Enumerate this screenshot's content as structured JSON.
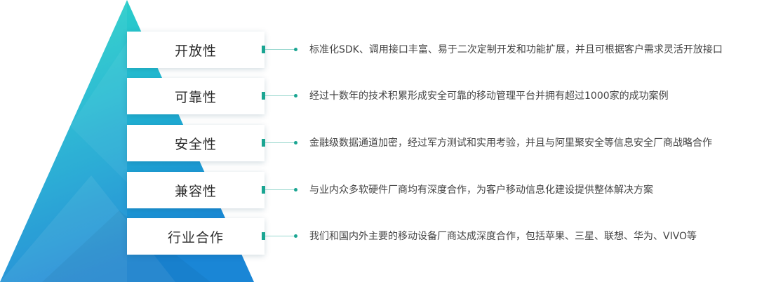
{
  "features": [
    {
      "label": "开放性",
      "description": "标准化SDK、调用接口丰富、易于二次定制开发和功能扩展，并且可根据客户需求灵活开放接口"
    },
    {
      "label": "可靠性",
      "description": "经过十数年的技术积累形成安全可靠的移动管理平台并拥有超过1000家的成功案例"
    },
    {
      "label": "安全性",
      "description": "金融级数据通道加密，经过军方测试和实用考验，并且与阿里聚安全等信息安全厂商战略合作"
    },
    {
      "label": "兼容性",
      "description": "与业内众多软硬件厂商均有深度合作，为客户移动信息化建设提供整体解决方案"
    },
    {
      "label": "行业合作",
      "description": "我们和国内外主要的移动设备厂商达成深度合作，包括苹果、三星、联想、华为、VIVO等"
    }
  ],
  "colors": {
    "pyramid_top": "#2fd3c8",
    "pyramid_bottom": "#1a8fd6",
    "accent": "#1aa592"
  }
}
